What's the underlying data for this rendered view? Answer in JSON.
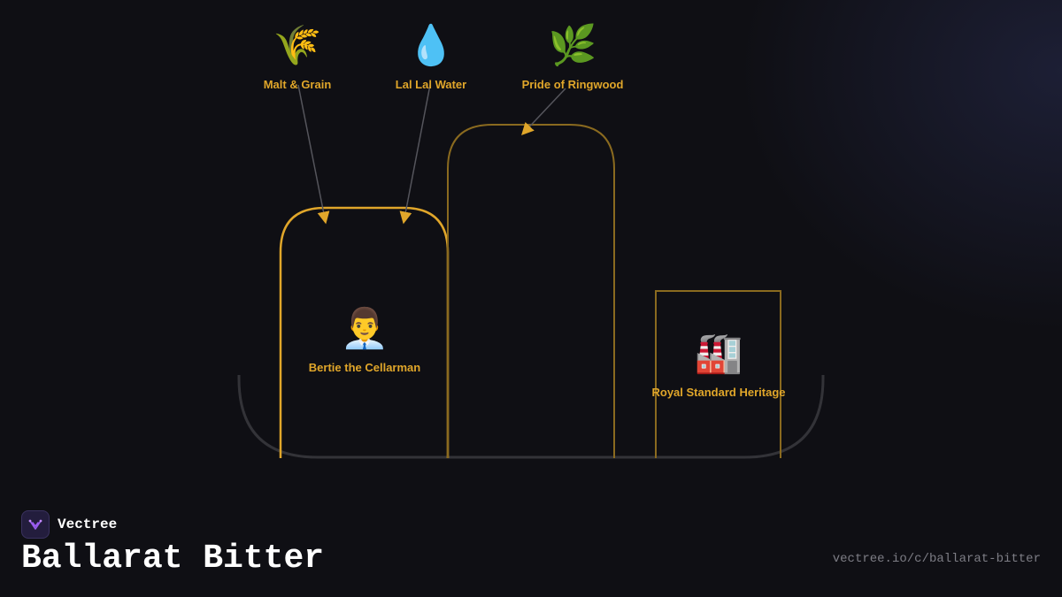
{
  "diagram": {
    "inputs": [
      {
        "id": "malt",
        "label": "Malt & Grain",
        "icon": "wheat-icon",
        "glyph": "🌾"
      },
      {
        "id": "water",
        "label": "Lal Lal Water",
        "icon": "water-drop-icon",
        "glyph": "💧"
      },
      {
        "id": "hops",
        "label": "Pride of Ringwood",
        "icon": "herb-icon",
        "glyph": "🌿"
      }
    ],
    "people": [
      {
        "id": "bertie",
        "label": "Bertie the Cellarman",
        "icon": "man-office-worker-icon",
        "glyph": "👨‍💼"
      }
    ],
    "places": [
      {
        "id": "royal",
        "label": "Royal Standard Heritage",
        "icon": "factory-icon",
        "glyph": "🏭"
      }
    ]
  },
  "colors": {
    "background": "#0f0f14",
    "accent": "#e0a62a",
    "muted_outline": "#8a6a1f",
    "connector": "#55555c",
    "tray": "#333338"
  },
  "footer": {
    "brand": "Vectree",
    "brand_icon": "vectree-logo-icon",
    "title": "Ballarat Bitter",
    "url": "vectree.io/c/ballarat-bitter"
  }
}
